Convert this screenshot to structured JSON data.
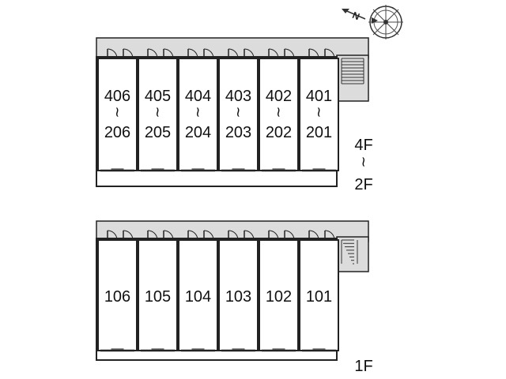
{
  "compass": {
    "direction_label": "N",
    "icon": "compass-rose-icon"
  },
  "upper_block": {
    "floor_range": {
      "top": "4F",
      "separator": "~",
      "bottom": "2F"
    },
    "units": [
      {
        "top": "406",
        "separator": "~",
        "bottom": "206"
      },
      {
        "top": "405",
        "separator": "~",
        "bottom": "205"
      },
      {
        "top": "404",
        "separator": "~",
        "bottom": "204"
      },
      {
        "top": "403",
        "separator": "~",
        "bottom": "203"
      },
      {
        "top": "402",
        "separator": "~",
        "bottom": "202"
      },
      {
        "top": "401",
        "separator": "~",
        "bottom": "201"
      }
    ]
  },
  "lower_block": {
    "floor_label": "1F",
    "units": [
      {
        "number": "106"
      },
      {
        "number": "105"
      },
      {
        "number": "104"
      },
      {
        "number": "103"
      },
      {
        "number": "102"
      },
      {
        "number": "101"
      }
    ]
  },
  "colors": {
    "line": "#222222",
    "corridor_fill": "#dcdcdc",
    "background": "#ffffff"
  }
}
